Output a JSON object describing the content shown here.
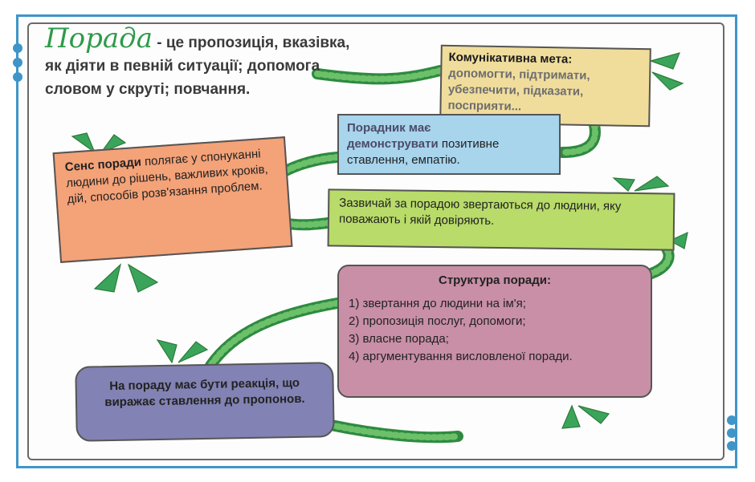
{
  "title": {
    "word": "Порада",
    "definition": " - це пропозиція, вказівка, як діяти в певній ситуації; допомога словом у скруті; повчання."
  },
  "boxes": {
    "goal": {
      "heading": "Комунікативна мета:",
      "text": "допомогти, підтримати, убезпечити, підказати, посприяти..."
    },
    "adviser": {
      "heading": "Порадник має",
      "heading2": "демонструвати",
      "text": "позитивне ставлення, емпатію."
    },
    "meaning": {
      "heading": "Сенс поради",
      "text": "полягає у спонуканні людини до рішень, важливих кроків, дій, способів розв'язання проблем."
    },
    "usually": {
      "text": "Зазвичай за порадою звертаються до людини, яку поважають і якій довіряють."
    },
    "structure": {
      "heading": "Структура поради:",
      "items": [
        "1) звертання до людини на ім'я;",
        "2) пропозиція послуг, допомоги;",
        "3) власне порада;",
        "4) аргументування висловленої поради."
      ]
    },
    "reaction": {
      "text": "На пораду має бути реакція, що виражає ставлення до пропонов."
    }
  },
  "colors": {
    "frame": "#3f95c8",
    "accent_green": "#2f9a4a",
    "goal": "#f0dd9c",
    "adviser": "#a8d4ec",
    "meaning": "#f4a278",
    "usually": "#b8db6a",
    "structure": "#c88fa6",
    "reaction": "#8282b4"
  }
}
